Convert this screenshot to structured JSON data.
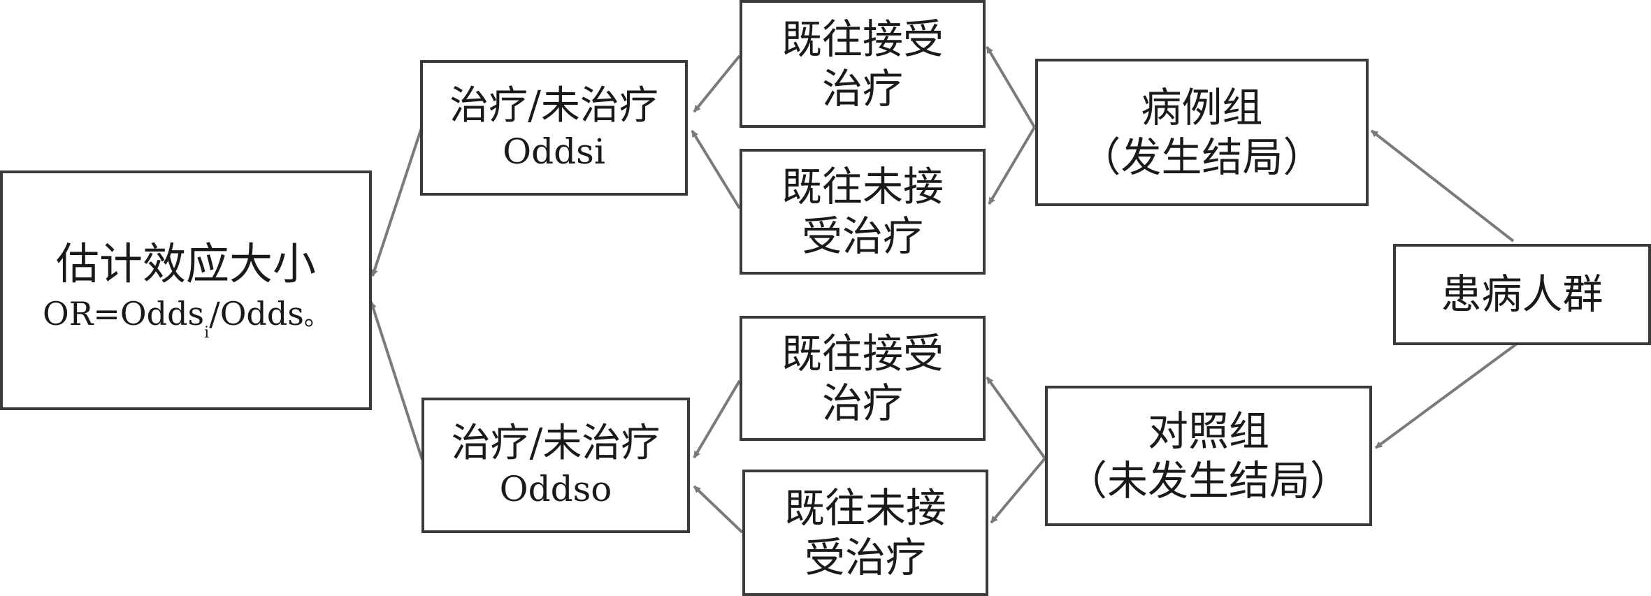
{
  "estimate": {
    "line1": "估计效应大小",
    "formula_pre": "OR=Odds",
    "formula_sub": "i",
    "formula_post": "/Odds",
    "formula_end": "。"
  },
  "exposure_case": {
    "line1": "治疗/未治疗",
    "line2": "Oddsi"
  },
  "exposure_control": {
    "line1": "治疗/未治疗",
    "line2": "Oddso"
  },
  "treated_case": {
    "line1": "既往接受",
    "line2": "治疗"
  },
  "untreated_case": {
    "line1": "既往未接",
    "line2": "受治疗"
  },
  "treated_control": {
    "line1": "既往接受",
    "line2": "治疗"
  },
  "untreated_control": {
    "line1": "既往未接",
    "line2": "受治疗"
  },
  "case_group": {
    "line1": "病例组",
    "line2": "（发生结局）"
  },
  "control_group": {
    "line1": "对照组",
    "line2": "（未发生结局）"
  },
  "population": {
    "label": "患病人群"
  },
  "colors": {
    "border": "#3a3a3a",
    "arrow": "#7a7a7a",
    "text": "#1a1a1a"
  }
}
